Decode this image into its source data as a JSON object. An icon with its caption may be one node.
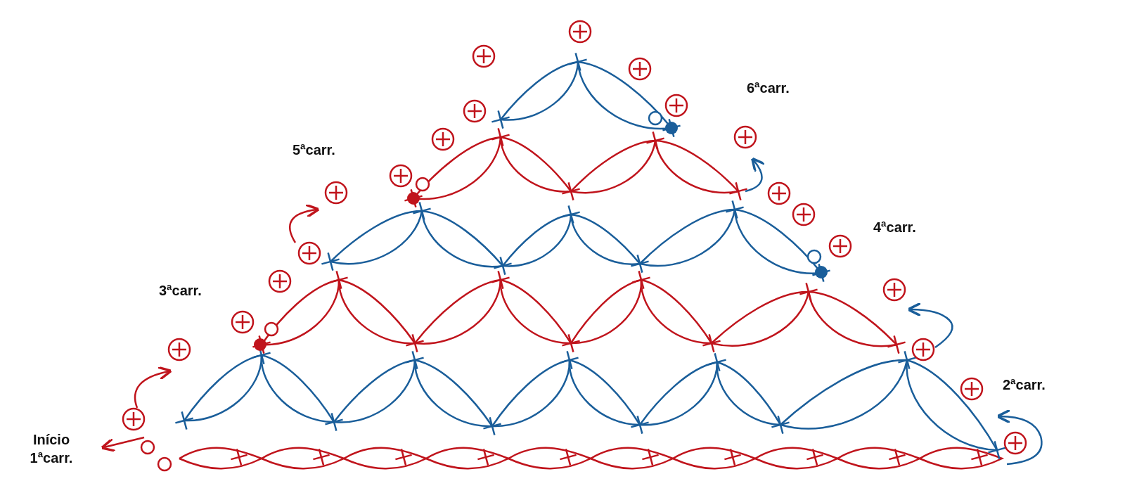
{
  "diagram": {
    "labels": [
      "6ªcarr.",
      "5ªcarr.",
      "4ªcarr.",
      "3ªcarr.",
      "2ªcarr.",
      "Início 1ªcarr."
    ]
  }
}
